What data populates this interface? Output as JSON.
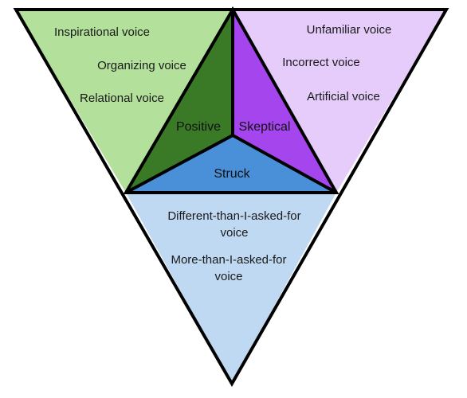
{
  "colors": {
    "positive_outer": "#b3e09b",
    "positive_inner": "#3a7a26",
    "skeptical_outer": "#e6ccfa",
    "skeptical_inner": "#a445ee",
    "struck_outer": "#bfd9f2",
    "struck_inner": "#4a90d9",
    "outline": "#000000"
  },
  "sections": {
    "positive": {
      "title": "Positive",
      "items": [
        "Inspirational voice",
        "Organizing voice",
        "Relational voice"
      ]
    },
    "skeptical": {
      "title": "Skeptical",
      "items": [
        "Unfamiliar voice",
        "Incorrect voice",
        "Artificial voice"
      ]
    },
    "struck": {
      "title": "Struck",
      "items": [
        [
          "Different-than-I-asked-for",
          "voice"
        ],
        [
          "More-than-I-asked-for",
          "voice"
        ]
      ]
    }
  }
}
